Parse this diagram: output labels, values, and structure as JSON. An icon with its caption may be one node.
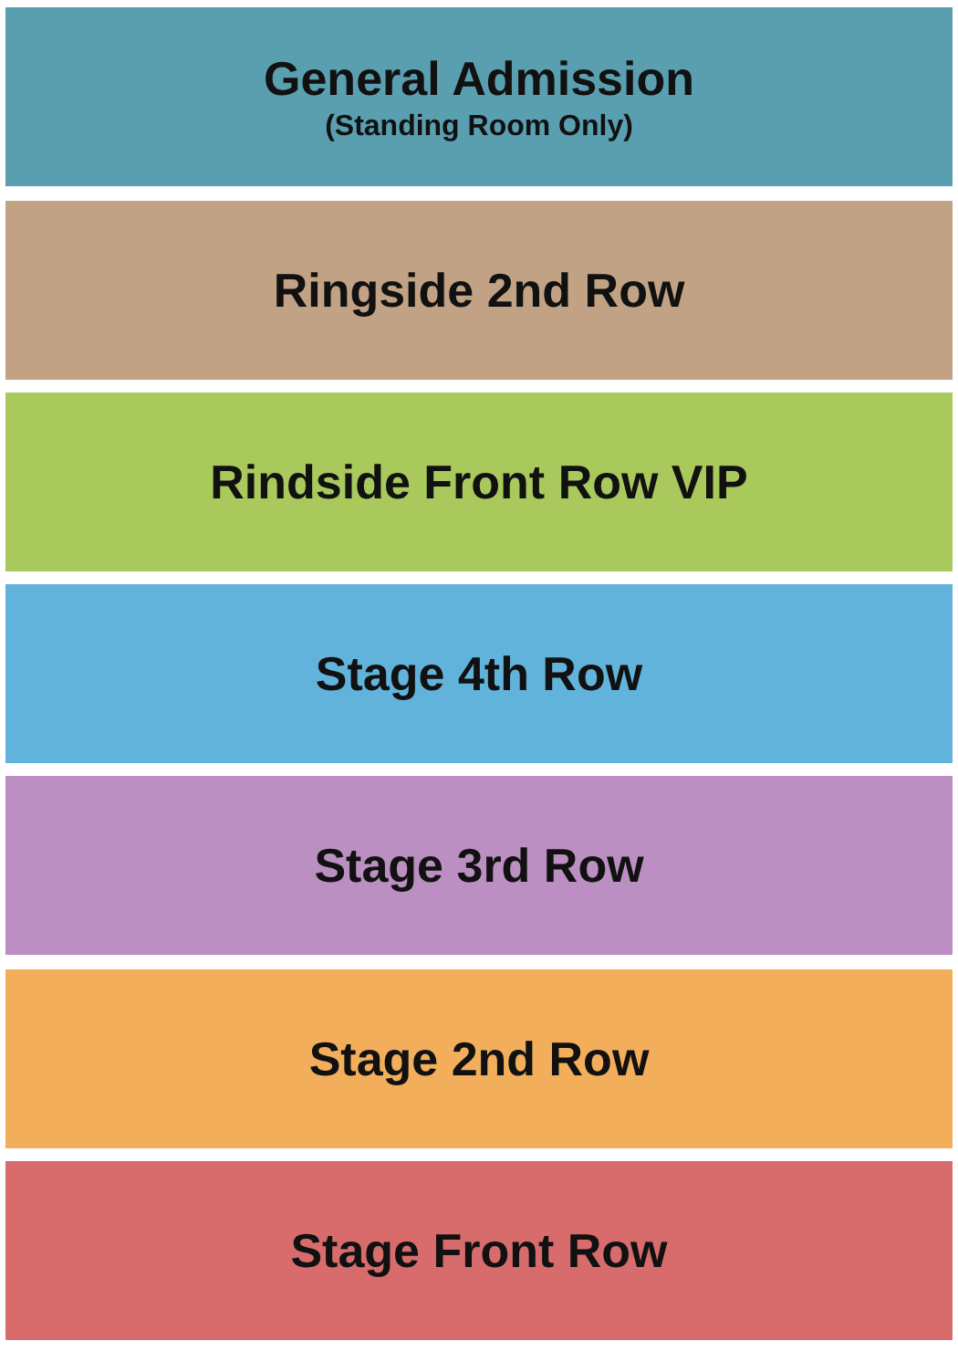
{
  "diagram": {
    "nodes": [
      {
        "text": [
          "General Admission",
          "(Standing Room Only)"
        ]
      },
      {
        "text": [
          "Ringside 2nd Row"
        ]
      },
      {
        "text": [
          "Rindside Front Row VIP"
        ]
      },
      {
        "text": [
          "Stage 4th Row"
        ]
      },
      {
        "text": [
          "Stage 3rd Row"
        ]
      },
      {
        "text": [
          "Stage 2nd Row"
        ]
      },
      {
        "text": [
          "Stage Front Row"
        ]
      }
    ]
  }
}
